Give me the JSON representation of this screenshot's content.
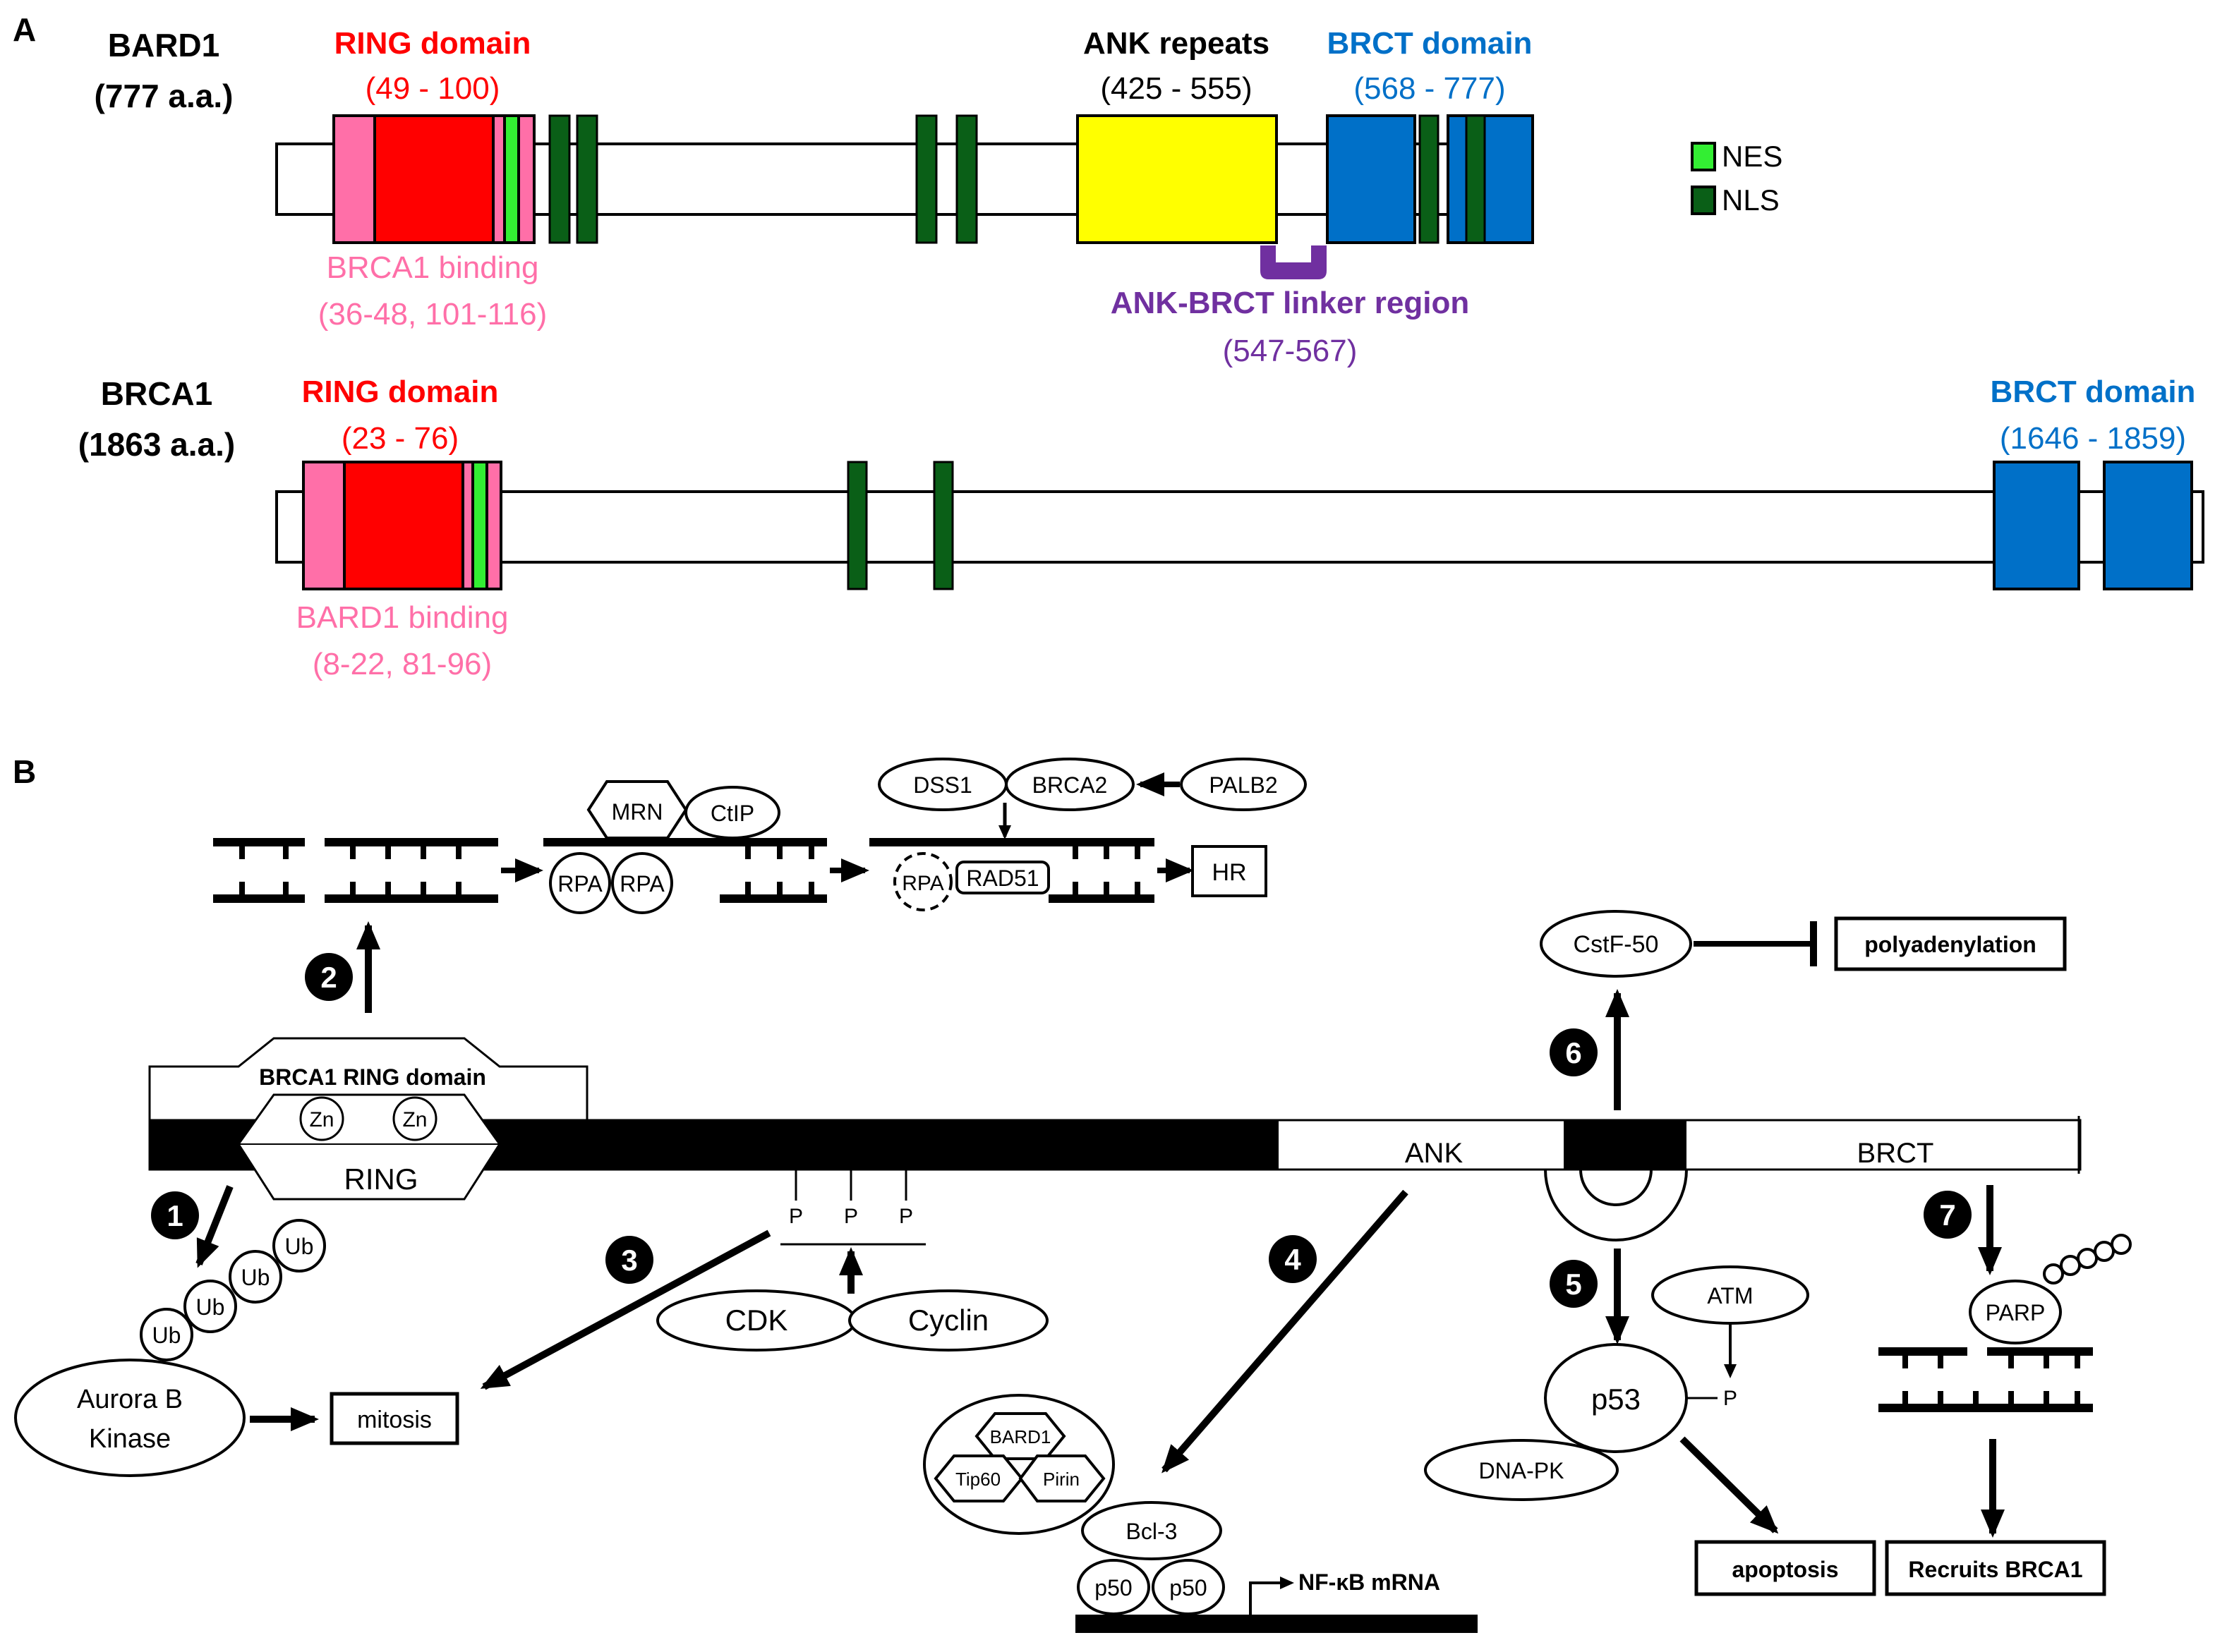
{
  "colors": {
    "ring": "#ff0000",
    "brca_binding": "#ff6fa8",
    "nes": "#33ee33",
    "nls": "#0a5f17",
    "ank": "#ffff00",
    "brct": "#0070c8",
    "linker": "#7030a0",
    "black": "#000000"
  },
  "panelA": {
    "label": "A",
    "bard1": {
      "name": "BARD1",
      "length": "(777 a.a.)",
      "ring_title": "RING domain",
      "ring_range": "(49 - 100)",
      "ank_title": "ANK repeats",
      "ank_range": "(425 - 555)",
      "brct_title": "BRCT domain",
      "brct_range": "(568 - 777)",
      "binding_title": "BRCA1 binding",
      "binding_range": "(36-48, 101-116)",
      "linker_title": "ANK-BRCT linker region",
      "linker_range": "(547-567)"
    },
    "legend": {
      "nes": "NES",
      "nls": "NLS"
    },
    "brca1": {
      "name": "BRCA1",
      "length": "(1863 a.a.)",
      "ring_title": "RING domain",
      "ring_range": "(23 - 76)",
      "brct_title": "BRCT domain",
      "brct_range": "(1646 - 1859)",
      "binding_title": "BARD1 binding",
      "binding_range": "(8-22, 81-96)"
    }
  },
  "panelB": {
    "label": "B",
    "steps": [
      "1",
      "2",
      "3",
      "4",
      "5",
      "6",
      "7"
    ],
    "hr": {
      "mrn": "MRN",
      "ctip": "CtIP",
      "rpa": "RPA",
      "dss1": "DSS1",
      "brca2": "BRCA2",
      "palb2": "PALB2",
      "rad51": "RAD51",
      "hr": "HR"
    },
    "ring_box": {
      "title": "BRCA1 RING domain",
      "zn": "Zn",
      "ring": "RING"
    },
    "bar": {
      "ank": "ANK",
      "brct": "BRCT"
    },
    "ub": "Ub",
    "aurora": [
      "Aurora B",
      "Kinase"
    ],
    "mitosis": "mitosis",
    "phospho": "P",
    "cdk": "CDK",
    "cyclin": "Cyclin",
    "nfkb": {
      "bard1": "BARD1",
      "tip60": "Tip60",
      "pirin": "Pirin",
      "bcl3": "Bcl-3",
      "p50": "p50",
      "mrna": "NF-κB mRNA"
    },
    "p53": {
      "atm": "ATM",
      "p53": "p53",
      "p": "P",
      "dnapk": "DNA-PK",
      "apoptosis": "apoptosis"
    },
    "cstf": {
      "cstf": "CstF-50",
      "poly": "polyadenylation"
    },
    "parp": {
      "parp": "PARP",
      "recruits": "Recruits BRCA1"
    }
  }
}
